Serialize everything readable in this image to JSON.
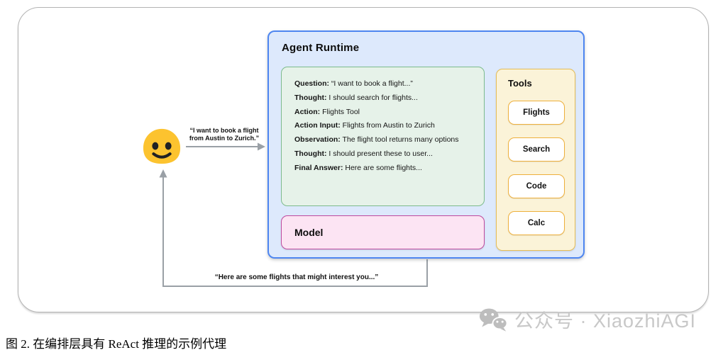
{
  "colors": {
    "frame_border": "#b3b3b3",
    "runtime_bg": "#dde9fc",
    "runtime_border": "#4e86f0",
    "trace_bg": "#e6f2e9",
    "trace_border": "#7cbb8c",
    "model_bg": "#fce4f3",
    "model_border": "#bf4a9e",
    "tools_bg": "#fbf3d8",
    "tools_border": "#e6bd55",
    "tool_button_border": "#eeb03c",
    "tool_button_bg": "#ffffff",
    "arrow": "#9aa0a6",
    "emoji": "#fcc32f",
    "watermark": "#c8c8c8"
  },
  "diagram": {
    "runtime_title": "Agent Runtime",
    "trace": [
      {
        "label": "Question:",
        "text": " “I want to book a flight...”"
      },
      {
        "label": "Thought:",
        "text": " I should search for flights..."
      },
      {
        "label": "Action:",
        "text": " Flights Tool"
      },
      {
        "label": "Action Input:",
        "text": " Flights from Austin to Zurich"
      },
      {
        "label": "Observation:",
        "text": " The flight tool returns many options"
      },
      {
        "label": "Thought:",
        "text": " I should present these to user..."
      },
      {
        "label": "Final Answer:",
        "text": " Here are some flights..."
      }
    ],
    "model_label": "Model",
    "tools_title": "Tools",
    "tool_buttons": [
      "Flights",
      "Search",
      "Code",
      "Calc"
    ],
    "request_line1": "“I want to book a flight",
    "request_line2": "from Austin to Zurich.”",
    "response_message": "“Here are some flights that might interest you...”"
  },
  "watermark": {
    "text": "公众号 · XiaozhiAGI"
  },
  "caption": "图 2. 在编排层具有 ReAct 推理的示例代理"
}
